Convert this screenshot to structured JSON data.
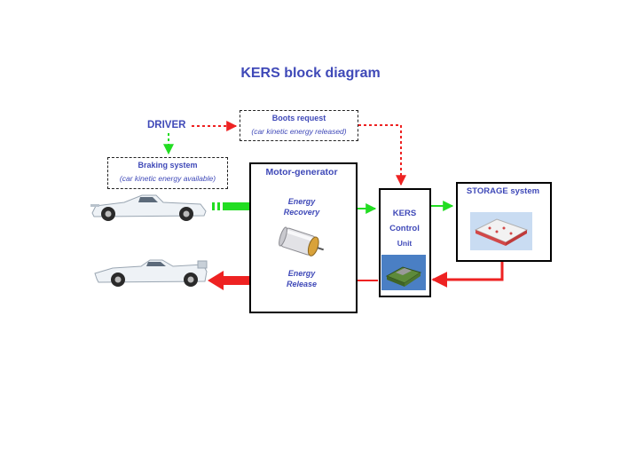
{
  "title": "KERS block diagram",
  "driver": "DRIVER",
  "boots_request": {
    "title": "Boots request",
    "subtitle": "(car kinetic energy released)"
  },
  "braking_system": {
    "title": "Braking system",
    "subtitle": "(car kinetic energy available)"
  },
  "motor_generator": {
    "title": "Motor-generator",
    "recovery_line1": "Energy",
    "recovery_line2": "Recovery",
    "release_line1": "Energy",
    "release_line2": "Release"
  },
  "kers_unit": {
    "line1": "KERS",
    "line2": "Control",
    "line3": "Unit"
  },
  "storage": {
    "title": "STORAGE system"
  },
  "colors": {
    "title": "#3f49b8",
    "recovery_flow": "#22dd22",
    "release_flow": "#ee2222"
  },
  "icons": [
    "race-car-braking-illustration",
    "race-car-accelerating-illustration",
    "electric-motor-illustration",
    "control-unit-board-illustration",
    "battery-pack-illustration"
  ]
}
